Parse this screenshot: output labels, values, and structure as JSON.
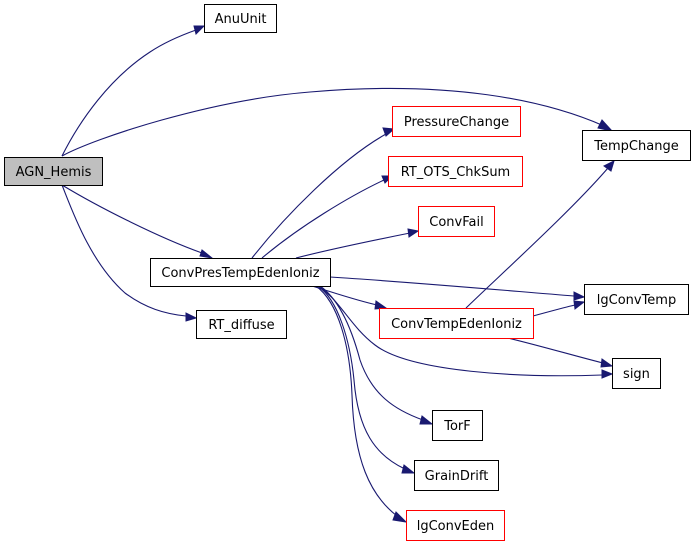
{
  "colors": {
    "edge": "#191970",
    "root_fill": "#bfbfbf",
    "node_fill": "#ffffff",
    "border_documented": "#000000",
    "border_undocumented": "#ff0000"
  },
  "graph": {
    "nodes": {
      "agn_hemis": {
        "label": "AGN_Hemis",
        "root": true
      },
      "anuunit": {
        "label": "AnuUnit",
        "border": "black"
      },
      "tempchange": {
        "label": "TempChange",
        "border": "black"
      },
      "convprestempedenioniz": {
        "label": "ConvPresTempEdenIoniz",
        "border": "black"
      },
      "rt_diffuse": {
        "label": "RT_diffuse",
        "border": "black"
      },
      "pressurechange": {
        "label": "PressureChange",
        "border": "red"
      },
      "rt_ots_chksum": {
        "label": "RT_OTS_ChkSum",
        "border": "red"
      },
      "convfail": {
        "label": "ConvFail",
        "border": "red"
      },
      "convtempedenioniz": {
        "label": "ConvTempEdenIoniz",
        "border": "red"
      },
      "igconvtemp": {
        "label": "lgConvTemp",
        "border": "black"
      },
      "sign": {
        "label": "sign",
        "border": "black"
      },
      "torf": {
        "label": "TorF",
        "border": "black"
      },
      "graindrift": {
        "label": "GrainDrift",
        "border": "black"
      },
      "igconveden": {
        "label": "lgConvEden",
        "border": "red"
      }
    },
    "edges": [
      [
        "agn_hemis",
        "anuunit"
      ],
      [
        "agn_hemis",
        "tempchange"
      ],
      [
        "agn_hemis",
        "convprestempedenioniz"
      ],
      [
        "agn_hemis",
        "rt_diffuse"
      ],
      [
        "convprestempedenioniz",
        "pressurechange"
      ],
      [
        "convprestempedenioniz",
        "rt_ots_chksum"
      ],
      [
        "convprestempedenioniz",
        "convfail"
      ],
      [
        "convprestempedenioniz",
        "convtempedenioniz"
      ],
      [
        "convprestempedenioniz",
        "igconvtemp"
      ],
      [
        "convprestempedenioniz",
        "sign"
      ],
      [
        "convprestempedenioniz",
        "torf"
      ],
      [
        "convprestempedenioniz",
        "graindrift"
      ],
      [
        "convprestempedenioniz",
        "igconveden"
      ],
      [
        "convtempedenioniz",
        "tempchange"
      ],
      [
        "convtempedenioniz",
        "igconvtemp"
      ],
      [
        "convtempedenioniz",
        "sign"
      ]
    ]
  }
}
